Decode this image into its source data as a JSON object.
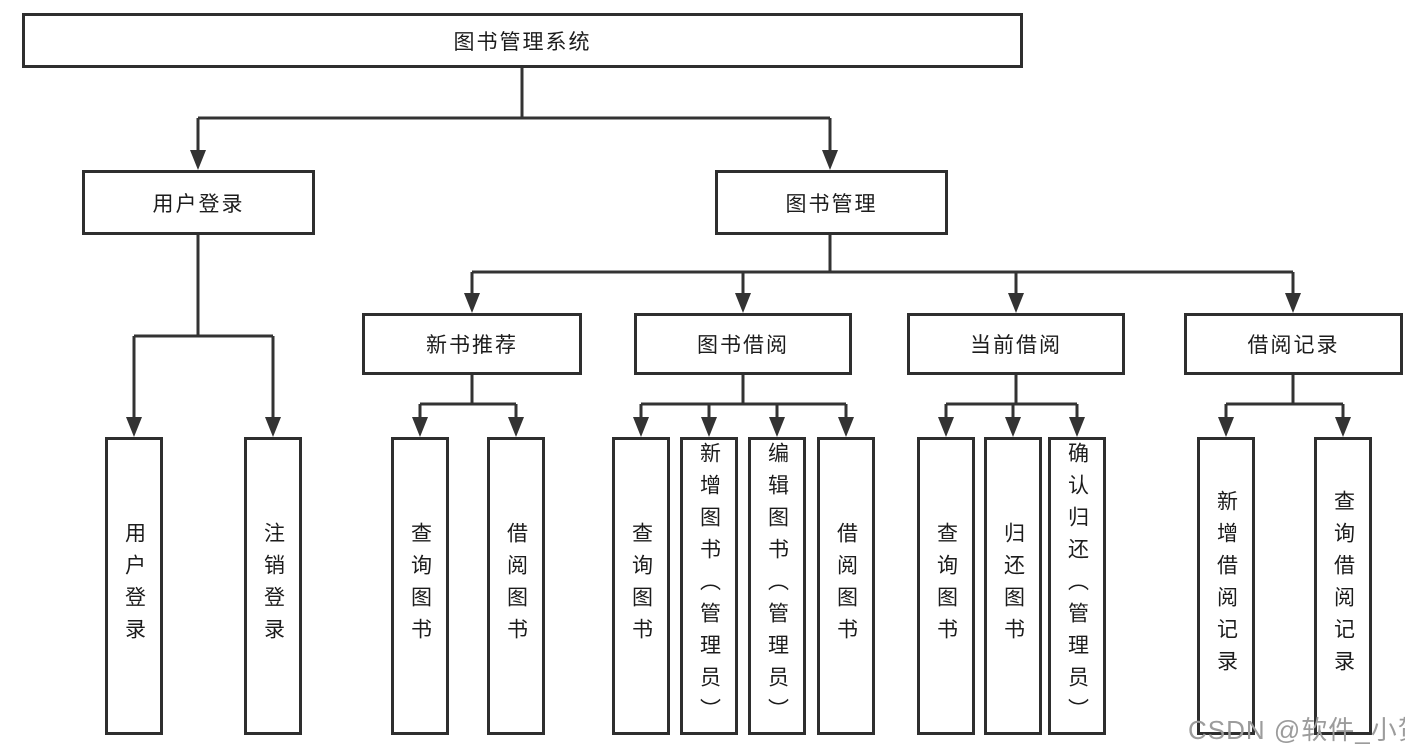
{
  "diagram": {
    "root": {
      "label": "图书管理系统"
    },
    "user_login": {
      "label": "用户登录",
      "children": {
        "login": "用户登录",
        "logout": "注销登录"
      }
    },
    "book_mgmt": {
      "label": "图书管理",
      "children": {
        "new_books": {
          "label": "新书推荐",
          "children": {
            "query": "查询图书",
            "borrow": "借阅图书"
          }
        },
        "borrowing": {
          "label": "图书借阅",
          "children": {
            "query": "查询图书",
            "add": "新增图书（管理员）",
            "edit": "编辑图书（管理员）",
            "borrow": "借阅图书"
          }
        },
        "current": {
          "label": "当前借阅",
          "children": {
            "query": "查询图书",
            "return": "归还图书",
            "confirm": "确认归还（管理员）"
          }
        },
        "records": {
          "label": "借阅记录",
          "children": {
            "add": "新增借阅记录",
            "query": "查询借阅记录"
          }
        }
      }
    },
    "watermark": {
      "text": "CSDN @软件_小贺同学"
    },
    "colors": {
      "line": "#333333",
      "box_border": "#2e2e2e",
      "text": "#1c1c1c",
      "background": "#ffffff",
      "watermark": "#9c9c9c"
    }
  }
}
